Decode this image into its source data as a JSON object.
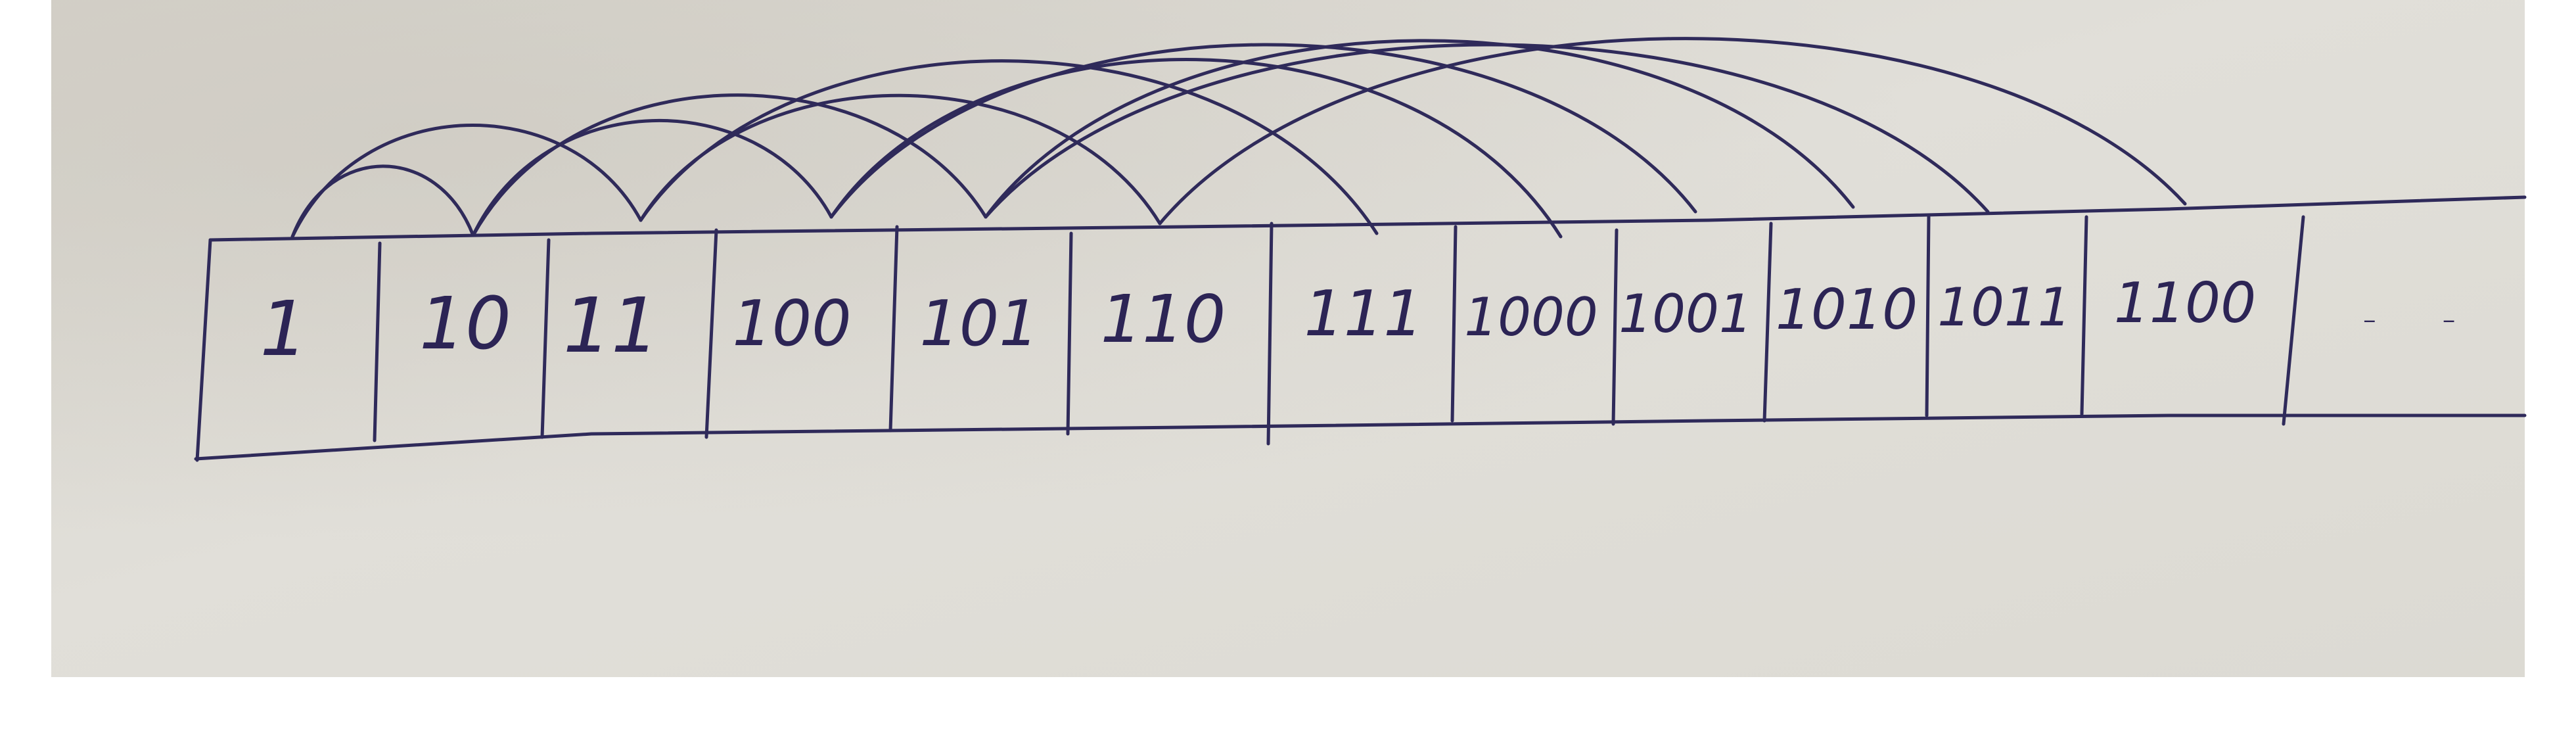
{
  "image": {
    "background_color": "#ffffff",
    "paper_color": "#dedcd6",
    "ink_color": "#2f2a5a"
  },
  "tape": {
    "cells": [
      {
        "label": "1"
      },
      {
        "label": "10"
      },
      {
        "label": "11"
      },
      {
        "label": "100"
      },
      {
        "label": "101"
      },
      {
        "label": "110"
      },
      {
        "label": "111"
      },
      {
        "label": "1000"
      },
      {
        "label": "1001"
      },
      {
        "label": "1010"
      },
      {
        "label": "1011"
      },
      {
        "label": "1100"
      }
    ],
    "continuation": "- -"
  },
  "arcs": [
    {
      "from": "1",
      "to": "10"
    },
    {
      "from": "1",
      "to": "11"
    },
    {
      "from": "10",
      "to": "100"
    },
    {
      "from": "10",
      "to": "101"
    },
    {
      "from": "11",
      "to": "110"
    },
    {
      "from": "11",
      "to": "111"
    },
    {
      "from": "100",
      "to": "1000"
    },
    {
      "from": "100",
      "to": "1001"
    },
    {
      "from": "101",
      "to": "1010"
    },
    {
      "from": "101",
      "to": "1011"
    },
    {
      "from": "110",
      "to": "1100"
    }
  ]
}
